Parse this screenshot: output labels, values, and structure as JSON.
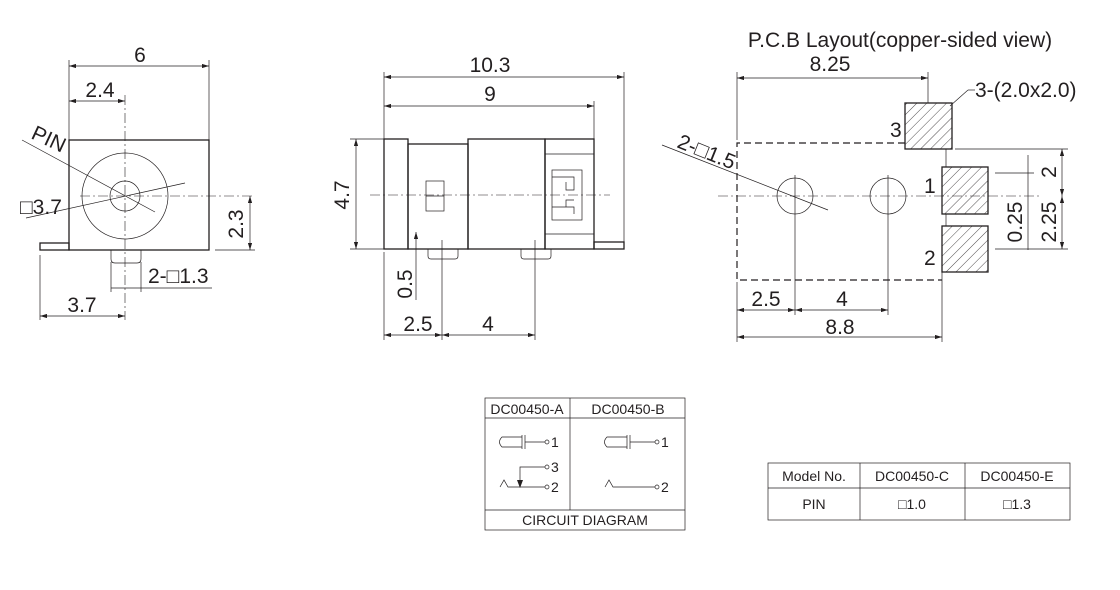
{
  "side_view": {
    "width": "6",
    "center_offset": "2.4",
    "pin_label": "PIN",
    "hole": "□3.7",
    "height_center": "2.3",
    "pin_size": "2-□1.3",
    "pin_offset": "3.7"
  },
  "front_view": {
    "total_length": "10.3",
    "body_length": "9",
    "height": "4.7",
    "pin_height": "0.5",
    "pin1_offset": "2.5",
    "pin_spacing": "4"
  },
  "pcb_layout": {
    "title": "P.C.B Layout(copper-sided view)",
    "pad3_offset": "8.25",
    "pad_size": "3-(2.0x2.0)",
    "hole_size": "2-□1.5",
    "pad3_label": "3",
    "pad1_label": "1",
    "pad2_label": "2",
    "dim_2": "2",
    "dim_225": "2.25",
    "dim_025": "0.25",
    "hole1_offset": "2.5",
    "hole_spacing": "4",
    "total_width": "8.8"
  },
  "circuit_diagram": {
    "col_a": "DC00450-A",
    "col_b": "DC00450-B",
    "caption": "CIRCUIT DIAGRAM",
    "a_pins": [
      "1",
      "3",
      "2"
    ],
    "b_pins": [
      "1",
      "2"
    ]
  },
  "model_table": {
    "headers": [
      "Model No.",
      "DC00450-C",
      "DC00450-E"
    ],
    "row": [
      "PIN",
      "□1.0",
      "□1.3"
    ]
  }
}
